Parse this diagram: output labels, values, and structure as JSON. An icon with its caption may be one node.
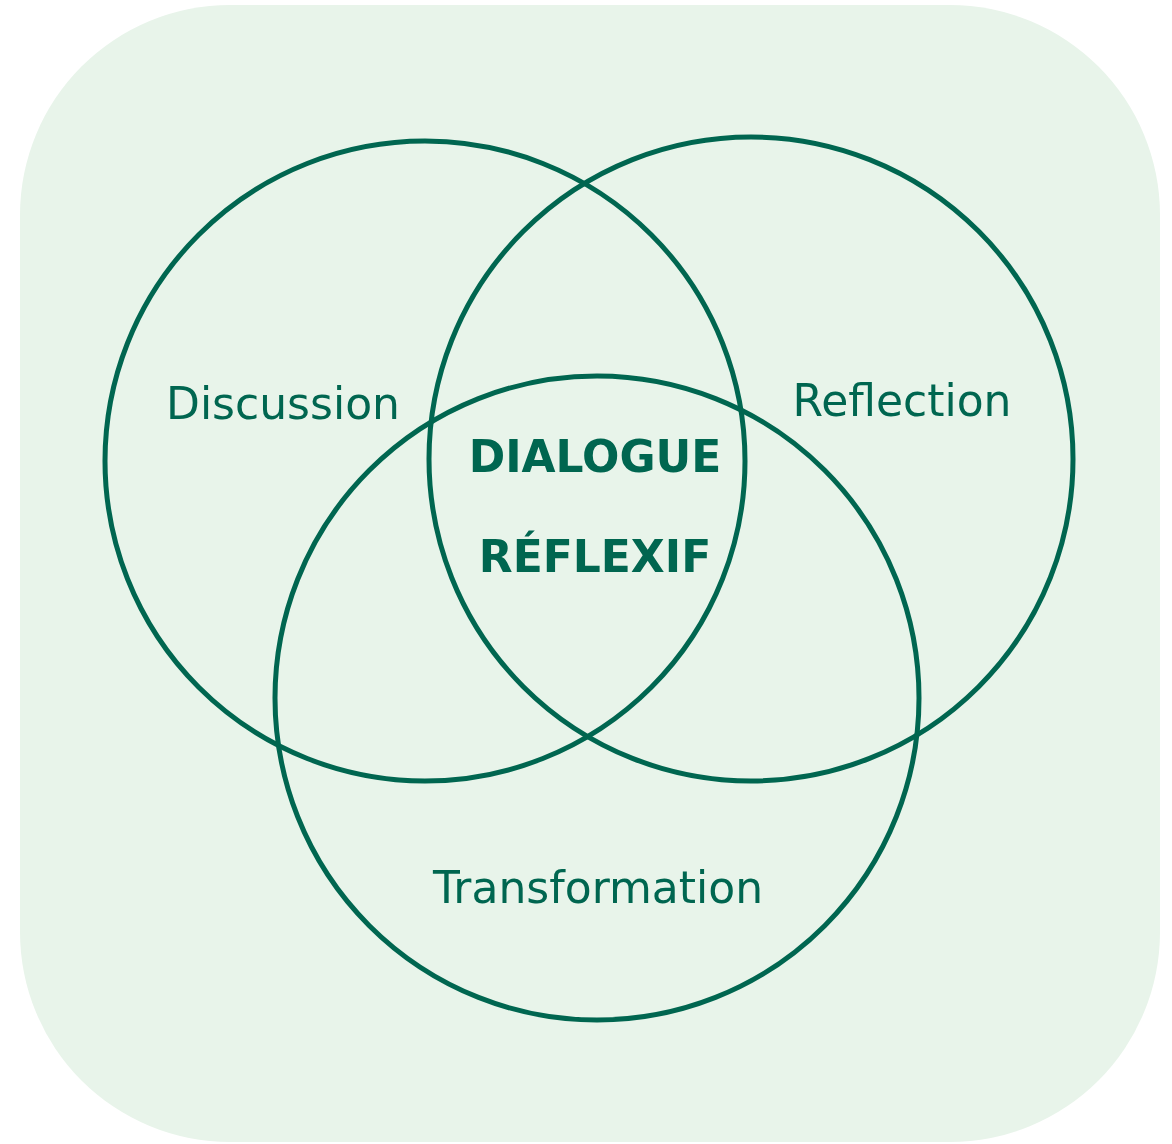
{
  "diagram": {
    "nodes": [
      {
        "text": [
          "Discussion"
        ]
      },
      {
        "text": [
          "Reflection"
        ]
      },
      {
        "text": [
          "Transformation"
        ]
      }
    ],
    "labels": [
      "DIALOGUE RÉFLEXIF"
    ]
  }
}
